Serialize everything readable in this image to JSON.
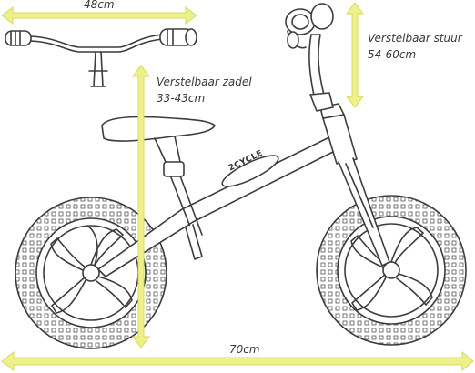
{
  "dimensions": {
    "handlebar_width": "48cm",
    "handlebar_height_label": "Verstelbaar stuur",
    "handlebar_height_range": "54-60cm",
    "saddle_height_label": "Verstelbaar zadel",
    "saddle_height_range": "33-43cm",
    "overall_length": "70cm"
  },
  "frame_brand": "2CYCLE",
  "colors": {
    "arrow": "#eef08a",
    "arrow_stroke": "#d8da5e",
    "line_art": "#3c3c3c",
    "text": "#3a3a3a"
  }
}
